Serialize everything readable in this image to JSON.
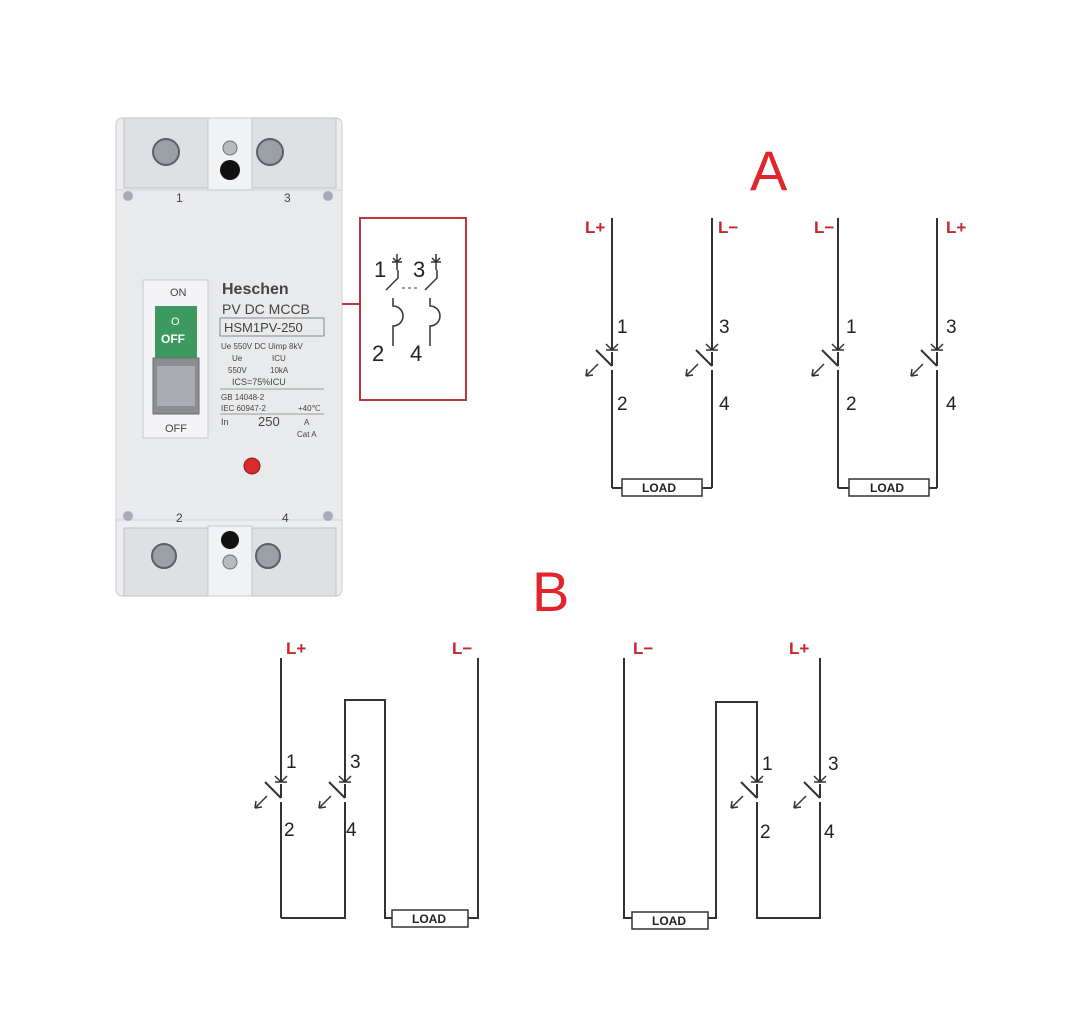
{
  "device": {
    "brand": "Heschen",
    "type": "PV DC MCCB",
    "model": "HSM1PV-250",
    "spec_line1": "Ue 550V  DC Uimp 8kV",
    "spec_ue": "Ue",
    "spec_icu": "ICU",
    "spec_550": "550V",
    "spec_10ka": "10kA",
    "spec_ics": "ICS=75%ICU",
    "std1": "GB 14048-2",
    "std2": "IEC 60947-2",
    "temp": "+40℃",
    "in_label": "In",
    "in_value": "250",
    "in_unit": "A",
    "cat": "Cat A",
    "on_label": "ON",
    "off_label": "OFF",
    "toggle_on": "O",
    "toggle_off": "OFF",
    "terminal_top": [
      "1",
      "3"
    ],
    "terminal_bottom": [
      "2",
      "4"
    ]
  },
  "symbol": {
    "n1": "1",
    "n3": "3",
    "n2": "2",
    "n4": "4"
  },
  "sections": {
    "a": "A",
    "b": "B"
  },
  "load_label": "LOAD",
  "terminals": {
    "t1": "1",
    "t2": "2",
    "t3": "3",
    "t4": "4"
  },
  "poles": {
    "plus": "L+",
    "minus": "L−"
  },
  "colors": {
    "accent": "#e0262b",
    "polarity": "#c8262b",
    "wire": "#333333"
  }
}
